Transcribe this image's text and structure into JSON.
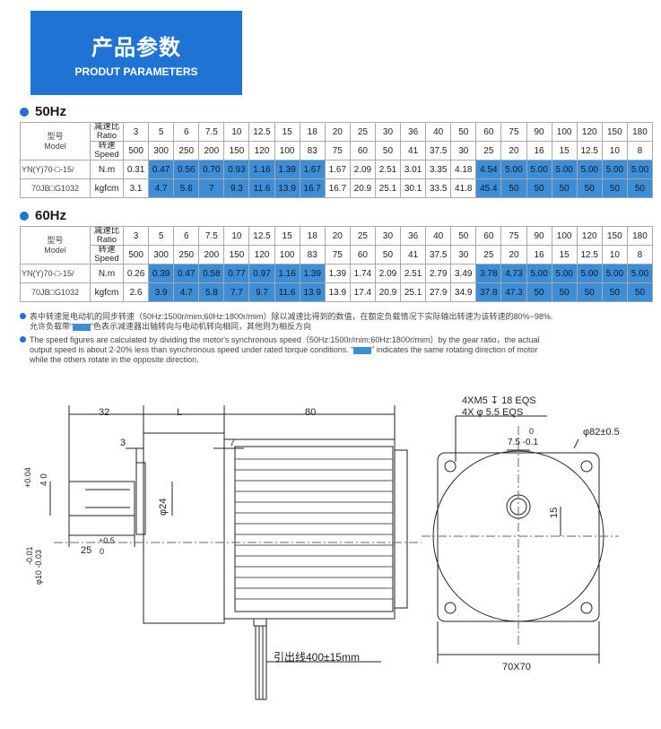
{
  "header": {
    "title_cn": "产品参数",
    "title_en": "PRODUT PARAMETERS"
  },
  "sections": [
    {
      "label": "50Hz",
      "ratio_label": "减速比",
      "ratio_label_en": "Ratio",
      "speed_label": "转速",
      "speed_label_en": "Speed",
      "model_label": "型号",
      "model_label_en": "Model",
      "model_line1": "YN(Y)70-□-15/",
      "model_line2": "70JB□G1032",
      "unit1": "N.m",
      "unit2": "kgfcm",
      "ratios": [
        "3",
        "5",
        "6",
        "7.5",
        "10",
        "12.5",
        "15",
        "18",
        "20",
        "25",
        "30",
        "36",
        "40",
        "50",
        "60",
        "75",
        "90",
        "100",
        "120",
        "150",
        "180"
      ],
      "speeds": [
        "500",
        "300",
        "250",
        "200",
        "150",
        "120",
        "100",
        "83",
        "75",
        "60",
        "50",
        "41",
        "37.5",
        "30",
        "25",
        "20",
        "16",
        "15",
        "12.5",
        "10",
        "8"
      ],
      "torque_nm": [
        "0.31",
        "0.47",
        "0.56",
        "0.70",
        "0.93",
        "1.16",
        "1.39",
        "1.67",
        "1.67",
        "2.09",
        "2.51",
        "3.01",
        "3.35",
        "4.18",
        "4.54",
        "5.00",
        "5.00",
        "5.00",
        "5.00",
        "5.00",
        "5.00"
      ],
      "torque_kgfcm": [
        "3.1",
        "4.7",
        "5.6",
        "7",
        "9.3",
        "11.6",
        "13.9",
        "16.7",
        "16.7",
        "20.9",
        "25.1",
        "30.1",
        "33.5",
        "41.8",
        "45.4",
        "50",
        "50",
        "50",
        "50",
        "50",
        "50"
      ],
      "highlighted": [
        false,
        true,
        true,
        true,
        true,
        true,
        true,
        true,
        false,
        false,
        false,
        false,
        false,
        false,
        true,
        true,
        true,
        true,
        true,
        true,
        true
      ]
    },
    {
      "label": "60Hz",
      "ratio_label": "减速比",
      "ratio_label_en": "Ratio",
      "speed_label": "转速",
      "speed_label_en": "Speed",
      "model_label": "型号",
      "model_label_en": "Model",
      "model_line1": "YN(Y)70-□-15/",
      "model_line2": "70JB□G1032",
      "unit1": "N.m",
      "unit2": "kgfcm",
      "ratios": [
        "3",
        "5",
        "6",
        "7.5",
        "10",
        "12.5",
        "15",
        "18",
        "20",
        "25",
        "30",
        "36",
        "40",
        "50",
        "60",
        "75",
        "90",
        "100",
        "120",
        "150",
        "180"
      ],
      "speeds": [
        "500",
        "300",
        "250",
        "200",
        "150",
        "120",
        "100",
        "83",
        "75",
        "60",
        "50",
        "41",
        "37.5",
        "30",
        "25",
        "20",
        "16",
        "15",
        "12.5",
        "10",
        "8"
      ],
      "torque_nm": [
        "0.26",
        "0.39",
        "0.47",
        "0.58",
        "0.77",
        "0.97",
        "1.16",
        "1.39",
        "1.39",
        "1.74",
        "2.09",
        "2.51",
        "2.79",
        "3.49",
        "3.78",
        "4.73",
        "5.00",
        "5.00",
        "5.00",
        "5.00",
        "5.00"
      ],
      "torque_kgfcm": [
        "2.6",
        "3.9",
        "4.7",
        "5.8",
        "7.7",
        "9.7",
        "11.6",
        "13.9",
        "13.9",
        "17.4",
        "20.9",
        "25.1",
        "27.9",
        "34.9",
        "37.8",
        "47.3",
        "50",
        "50",
        "50",
        "50",
        "50"
      ],
      "highlighted": [
        false,
        true,
        true,
        true,
        true,
        true,
        true,
        true,
        false,
        false,
        false,
        false,
        false,
        false,
        true,
        true,
        true,
        true,
        true,
        true,
        true
      ]
    }
  ],
  "notes": {
    "cn_line1": "表中转速是电动机的同步转速（50Hz:1500r/mim;60Hz:1800r/mim）除以减速比得到的数值，在额定负载情况下实际输出转速为该转速的80%~98%.",
    "cn_line2a": "允许负载带“",
    "cn_line2b": "”色表示减速器出轴转向与电动机转向相同，其他则为相反方向",
    "en_line1": "The speed figures are calculated by dividing the motor's synchronous speed（50Hz:1500r/mim;60Hz:1800r/mim）by the gear ratio，the actual",
    "en_line2a": "output speed is about 2-20% less than synchronous speed under rated torque conditions. “",
    "en_line2b": "” indicates the same rotating direction of motor",
    "en_line3": "while the others rotate in the opposite direction.",
    "highlight_color": "#3e8ed7"
  },
  "drawing": {
    "dim_32": "32",
    "dim_L": "L",
    "dim_80": "80",
    "dim_3": "3",
    "dim_7": "7",
    "tol_shaft_top": "+0.04",
    "tol_shaft_zero": "4  0",
    "dia_24": "φ24",
    "tol_05": "+0.5",
    "dim_25": "25",
    "tol_25_zero": "0",
    "tol_dia10_a": "-0.01",
    "tol_dia10_b": "φ10 -0.03",
    "lead_wire": "引出线400±15mm",
    "screw1": "4XM5 ↧ 18 EQS",
    "screw2": "4X φ 5.5 EQS",
    "key_top": "0",
    "key": "7.5 -0.1",
    "dia_82": "φ82±0.5",
    "dim_15": "15",
    "dim_70x70": "70X70"
  },
  "colors": {
    "brand": "#1f73d3",
    "highlight": "#3e8ed7"
  }
}
